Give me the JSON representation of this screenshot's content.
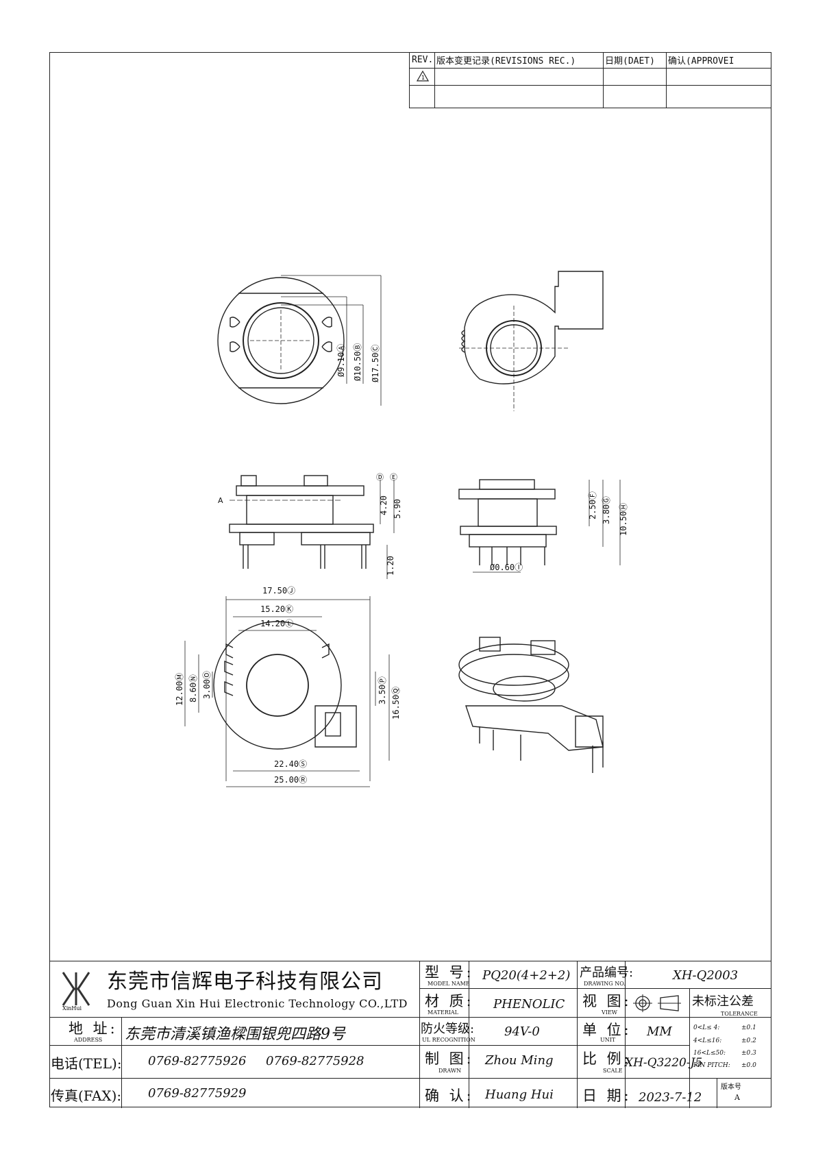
{
  "revision_table": {
    "headers": {
      "rev": "REV.",
      "record": "版本变更记录(REVISIONS REC.)",
      "date": "日期(DAET)",
      "approve": "确认(APPROVEI"
    }
  },
  "drawing": {
    "top_view_dims": [
      "Ø9.10Ⓐ",
      "Ø10.50Ⓑ",
      "Ø17.50Ⓒ"
    ],
    "side_view_left": {
      "dims": [
        "4.20",
        "5.90",
        "1.20"
      ],
      "section_label": "A",
      "marks": [
        "Ⓓ",
        "Ⓔ"
      ]
    },
    "side_view_right": {
      "dims": [
        "2.50Ⓕ",
        "3.80Ⓖ",
        "10.50Ⓗ",
        "Ø0.60Ⓘ"
      ]
    },
    "bottom_view": {
      "dims_top": [
        "17.50Ⓙ",
        "15.20Ⓚ",
        "14.20Ⓛ"
      ],
      "dims_left": [
        "12.00Ⓜ",
        "8.60Ⓝ",
        "3.00Ⓞ"
      ],
      "dims_right": [
        "3.50Ⓟ",
        "16.50Ⓠ"
      ],
      "dims_bottom": [
        "22.40Ⓢ",
        "25.00Ⓡ"
      ]
    }
  },
  "title_block": {
    "logo_text": "XinHui",
    "company_cn": "东莞市信辉电子科技有限公司",
    "company_en": "Dong Guan Xin Hui Electronic Technology CO.,LTD",
    "address_label": "地 址:",
    "address_label_en": "ADDRESS",
    "address": "东莞市清溪镇渔樑围银兜四路9号",
    "tel_label": "电话(TEL):",
    "tel_1": "0769-82775926",
    "tel_2": "0769-82775928",
    "fax_label": "传真(FAX):",
    "fax": "0769-82775929",
    "model_label": "型 号:",
    "model_label_en": "MODEL NAME",
    "model": "PQ20(4+2+2)",
    "material_label": "材 质:",
    "material_label_en": "MATERIAL",
    "material": "PHENOLIC",
    "ul_label": "防火等级:",
    "ul_label_en": "UL RECOGNITION",
    "ul": "94V-0",
    "drawn_label": "制 图:",
    "drawn_label_en": "DRAWN",
    "drawn": "Zhou Ming",
    "confirm_label": "确 认:",
    "confirm": "Huang Hui",
    "drawing_no_label": "产品编号:",
    "drawing_no_label_en": "DRAWING NO.",
    "drawing_no": "XH-Q2003",
    "view_label": "视 图:",
    "view_label_en": "VIEW",
    "unit_label": "单 位:",
    "unit_label_en": "UNIT",
    "unit": "MM",
    "scale_label": "比 例:",
    "scale_label_en": "SCALE",
    "scale": "XH-Q3220-J5",
    "date_label": "日 期:",
    "date": "2023-7-12",
    "tolerance_label": "未标注公差",
    "tolerance_label_en": "TOLERANCE",
    "tolerance_rows": [
      {
        "range": "0<L≤ 4:",
        "tol": "±0.1"
      },
      {
        "range": "4<L≤16:",
        "tol": "±0.2"
      },
      {
        "range": "16<L≤50:",
        "tol": "±0.3"
      },
      {
        "range": "PIN PITCH:",
        "tol": "±0.0"
      }
    ],
    "version_label": "版本号",
    "version": "A"
  }
}
